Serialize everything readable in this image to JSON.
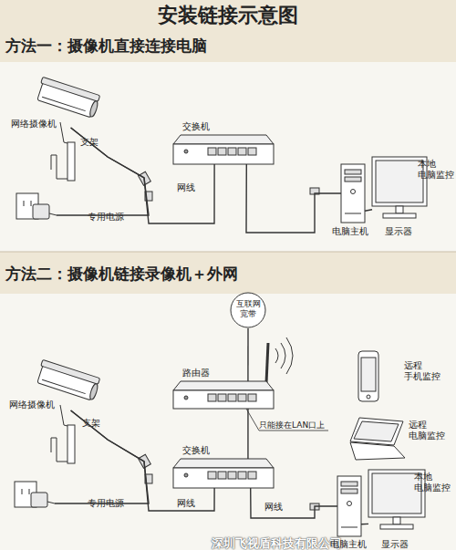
{
  "diagram": {
    "title": "安装链接示意图",
    "nodes": [
      {
        "text": [
          "网络摄像机"
        ]
      },
      {
        "text": [
          "交换机"
        ]
      },
      {
        "text": [
          "专用电源"
        ]
      },
      {
        "text": [
          "电脑主机"
        ]
      },
      {
        "text": [
          "显示器",
          "本地 电脑监控"
        ]
      },
      {
        "text": [
          "互联网 宽带"
        ]
      },
      {
        "text": [
          "路由器"
        ]
      },
      {
        "text": [
          "远程 手机监控"
        ]
      },
      {
        "text": [
          "远程 电脑监控"
        ]
      },
      {
        "text": [
          "网络摄像机"
        ]
      },
      {
        "text": [
          "交换机"
        ]
      },
      {
        "text": [
          "专用电源"
        ]
      },
      {
        "text": [
          "电脑主机"
        ]
      },
      {
        "text": [
          "显示器",
          "本地 电脑监控"
        ]
      }
    ],
    "edges": [
      {
        "from": 0,
        "to": 1,
        "label": "网线",
        "arrow": "none"
      },
      {
        "from": 0,
        "to": 2,
        "arrow": "none"
      },
      {
        "from": 1,
        "to": 3,
        "arrow": "none"
      },
      {
        "from": 3,
        "to": 4,
        "arrow": "none"
      },
      {
        "from": 5,
        "to": 6,
        "arrow": "none"
      },
      {
        "from": 6,
        "to": 10,
        "arrow": "none"
      },
      {
        "from": 9,
        "to": 10,
        "label": "网线",
        "arrow": "none"
      },
      {
        "from": 9,
        "to": 11,
        "arrow": "none"
      },
      {
        "from": 10,
        "to": 12,
        "label": "网线",
        "arrow": "none"
      },
      {
        "from": 12,
        "to": 13,
        "arrow": "none"
      }
    ],
    "labels": [
      "方法一：摄像机直接连接电脑",
      "支架",
      "方法二：摄像机链接录像机＋外网",
      "只能接在LAN口上",
      "支架",
      "深圳飞视盾科技有限公司"
    ]
  }
}
